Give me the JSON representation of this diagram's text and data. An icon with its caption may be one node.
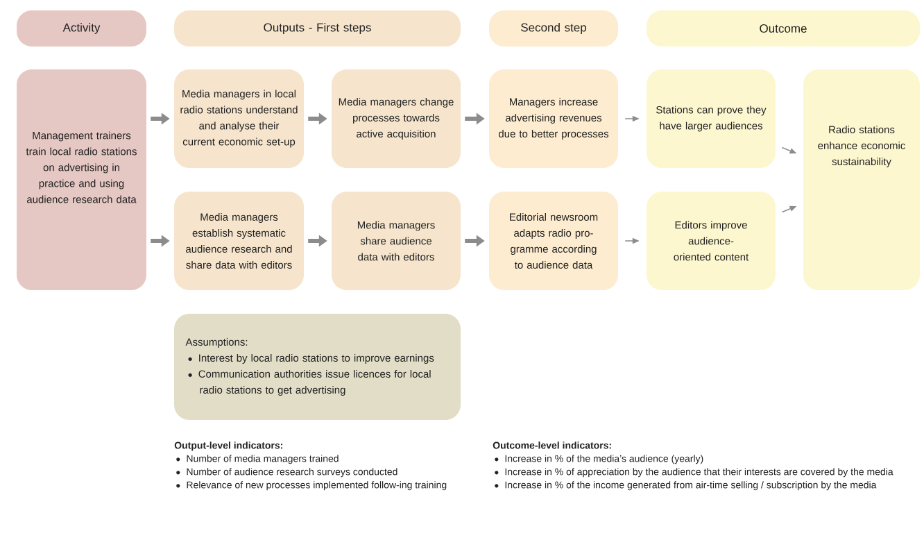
{
  "diagram": {
    "nodes": [
      {
        "text": [
          "Activity"
        ]
      },
      {
        "text": [
          "Outputs - First steps"
        ]
      },
      {
        "text": [
          "Second step"
        ]
      },
      {
        "text": [
          "Outcome"
        ]
      },
      {
        "text": [
          "Management trainers train local radio stations on advertising in practice and using audience research data"
        ]
      },
      {
        "text": [
          "Media managers in local radio stations understand and analyse their current economic set-up"
        ]
      },
      {
        "text": [
          "Media managers change processes towards active acquisition"
        ]
      },
      {
        "text": [
          "Managers increase advertising revenues due to better processes"
        ]
      },
      {
        "text": [
          "Stations can prove they have larger audiences"
        ]
      },
      {
        "text": [
          "Radio stations enhance economic sustainability"
        ]
      },
      {
        "text": [
          "Media managers establish systematic audience research and share data with editors"
        ]
      },
      {
        "text": [
          "Media managers share audience data with editors"
        ]
      },
      {
        "text": [
          "Editorial newsroom adapts radio pro-gramme according to audience data"
        ]
      },
      {
        "text": [
          "Editors improve audience-oriented content"
        ]
      },
      {
        "text": [
          "Assumptions:",
          "Interest by local radio stations to improve earnings",
          "Communication authorities issue licences for local radio stations to get advertising"
        ]
      }
    ],
    "edges": [
      {
        "from": 4,
        "to": 5,
        "arrow": "to"
      },
      {
        "from": 4,
        "to": 10,
        "arrow": "to"
      },
      {
        "from": 5,
        "to": 6,
        "arrow": "to"
      },
      {
        "from": 6,
        "to": 7,
        "arrow": "to"
      },
      {
        "from": 7,
        "to": 8,
        "arrow": "to"
      },
      {
        "from": 8,
        "to": 9,
        "arrow": "to"
      },
      {
        "from": 10,
        "to": 11,
        "arrow": "to"
      },
      {
        "from": 11,
        "to": 12,
        "arrow": "to"
      },
      {
        "from": 12,
        "to": 13,
        "arrow": "to"
      },
      {
        "from": 13,
        "to": 9,
        "arrow": "to"
      }
    ],
    "labels": [
      "Output-level indicators:",
      "Number of media managers trained",
      "Number of audience research surveys conducted",
      "Relevance of new processes implemented follow-ing training",
      "Outcome-level indicators:",
      "Increase in % of the media’s audience (yearly)",
      "Increase in % of appreciation by the audience that their interests are covered by the media",
      "Increase in % of the income generated from air-time selling / subscription by the media"
    ]
  }
}
